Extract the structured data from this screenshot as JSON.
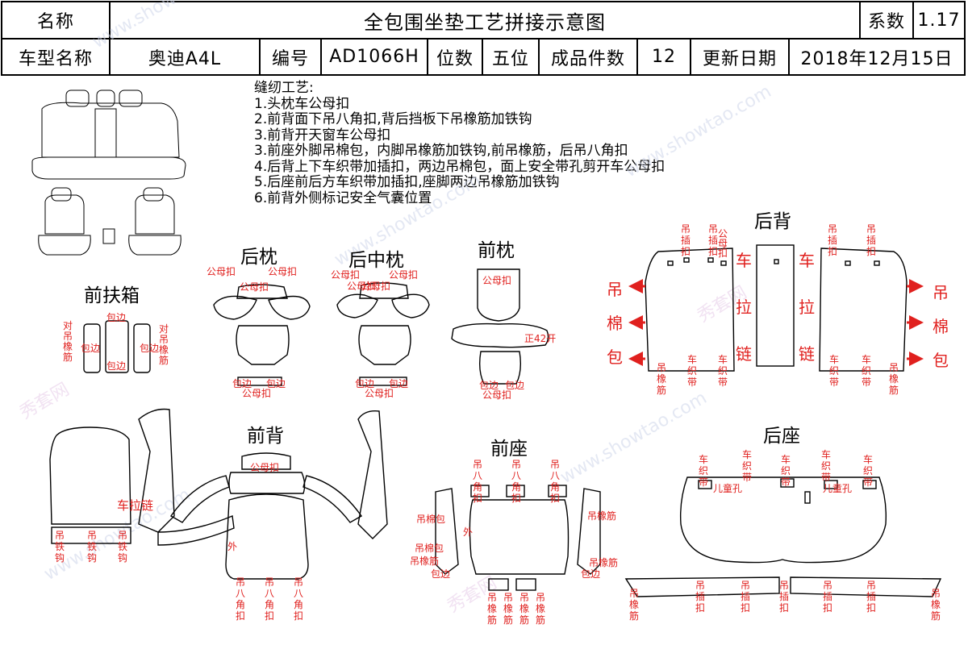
{
  "header": {
    "name_label": "名称",
    "title": "全包围坐垫工艺拼接示意图",
    "coef_label": "系数",
    "coef_value": "1.17",
    "model_label": "车型名称",
    "model_value": "奥迪A4L",
    "code_label": "编号",
    "code_value": "AD1066H",
    "seats_label": "位数",
    "seats_value": "五位",
    "pieces_label": "成品件数",
    "pieces_value": "12",
    "date_label": "更新日期",
    "date_value": "2018年12月15日"
  },
  "process": {
    "heading": "缝纫工艺:",
    "lines": [
      "1.头枕车公母扣",
      "2.前背面下吊八角扣,背后挡板下吊橡筋加铁钩",
      "3.前背开天窗车公母扣",
      "3.前座外脚吊棉包，内脚吊橡筋加铁钩,前吊橡筋，后吊八角扣",
      "4.后背上下车织带加插扣，两边吊棉包，面上安全带孔剪开车公母扣",
      "5.后座前后方车织带加插扣,座脚两边吊橡筋加铁钩",
      "6.前背外侧标记安全气囊位置"
    ]
  },
  "sections": {
    "front_armrest": "前扶箱",
    "rear_pillow": "后枕",
    "rear_mid_pillow": "后中枕",
    "front_pillow": "前枕",
    "rear_back": "后背",
    "front_back": "前背",
    "front_seat": "前座",
    "rear_seat": "后座"
  },
  "labels": {
    "snap": "公母扣",
    "edge": "包边",
    "zipper": "车拉链",
    "hang_cotton": "吊棉包",
    "hang_elastic": "吊橡筋",
    "airbag_cut": "正42开",
    "outside": "外",
    "child_hole": "儿童孔"
  },
  "watermark": {
    "site": "www.showtao.com",
    "brand": "秀套网"
  }
}
